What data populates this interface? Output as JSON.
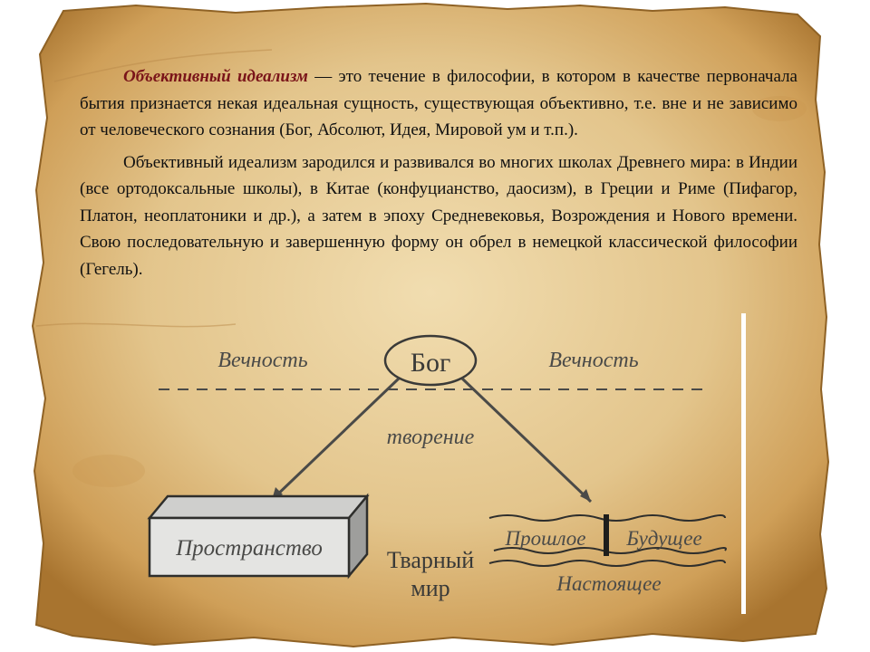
{
  "text": {
    "paragraph1_term": "Объективный идеализм",
    "paragraph1_rest": " — это течение в философии, в котором в качестве первоначала бытия признается некая идеальная сущность, существующая объективно, т.е. вне и не зависимо от человеческого сознания (Бог, Абсолют, Идея, Мировой ум и т.п.).",
    "paragraph2": "Объективный идеализм зародился и развивался во многих школах Древнего мира: в Индии (все ортодоксальные школы), в Китае (конфуцианство, даосизм), в Греции и Риме (Пифагор, Платон, неоплатоники и др.), а затем в эпоху Средневековья, Возрождения и Нового времени. Свою последовательную и завершенную форму он обрел в немецкой классической философии (Гегель)."
  },
  "diagram": {
    "eternity_left": "Вечность",
    "eternity_right": "Вечность",
    "god": "Бог",
    "creation": "творение",
    "space": "Пространство",
    "created_world_line1": "Тварный",
    "created_world_line2": "мир",
    "past": "Прошлое",
    "future": "Будущее",
    "present": "Настоящее"
  },
  "colors": {
    "parchment": "#e3c58c",
    "parchment_edge": "#a8742f",
    "term": "#7a1419",
    "ink": "#3a3a38"
  }
}
